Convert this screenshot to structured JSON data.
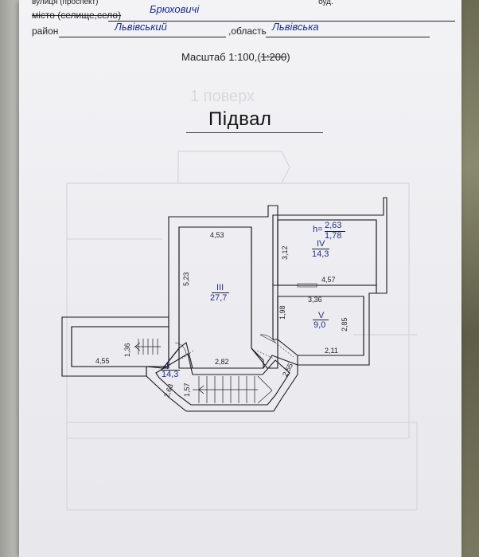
{
  "header": {
    "row0_label": "вулиця (проспект)",
    "row0_suffix": "буд.",
    "city_label": "місто (селище,село)",
    "city_value": "Брюховичі",
    "district_label": "район",
    "district_value": "Львівський",
    "region_label": ",область",
    "region_value": "Львівська"
  },
  "scale": {
    "prefix": "Масштаб 1:100,(",
    "struck": "1:200",
    "suffix": ")"
  },
  "title": "Підвал",
  "faint_title": "1 поверх",
  "rooms": [
    {
      "id": "III",
      "area": "27,7"
    },
    {
      "id": "IV",
      "area": "14,3"
    },
    {
      "id": "V",
      "area": "9,0"
    },
    {
      "id": "I",
      "area": "14,3"
    }
  ],
  "height": {
    "label": "h=",
    "top": "2,63",
    "bottom": "1,78"
  },
  "dimensions": {
    "d453": "4,53",
    "d523": "5,23",
    "d282": "2,82",
    "d312": "3,12",
    "d457": "4,57",
    "d336": "3,36",
    "d198": "1,98",
    "d285": "2,85",
    "d211": "2,11",
    "d255": "2,55",
    "d455": "4,55",
    "d136": "1,36",
    "d157": "1,57",
    "d263": "2,63"
  }
}
